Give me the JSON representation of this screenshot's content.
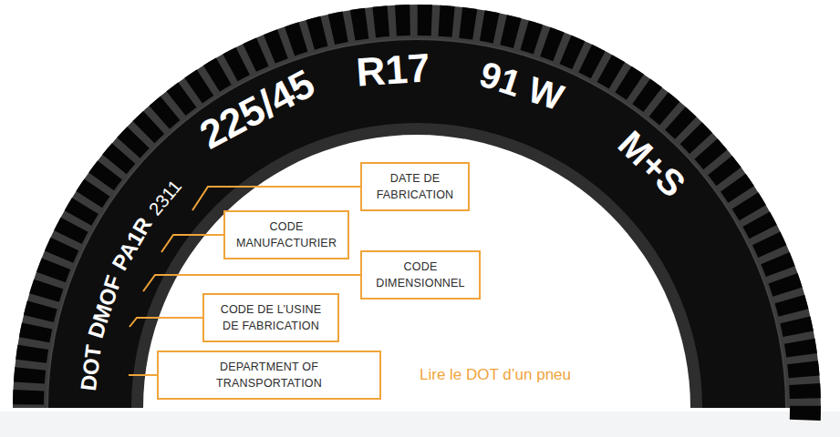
{
  "diagram": {
    "nodes": [
      {
        "text": [
          "DATE DE FABRICATION"
        ]
      },
      {
        "text": [
          "CODE MANUFACTURIER"
        ]
      },
      {
        "text": [
          "CODE DIMENSIONNEL"
        ]
      },
      {
        "text": [
          "CODE DE L’USINE DE FABRICATION"
        ]
      },
      {
        "text": [
          "DEPARTMENT OF TRANSPORTATION"
        ]
      }
    ],
    "labels": [
      "225/45",
      "R17",
      "91 W",
      "M+S",
      "DOT",
      "DMOF",
      "PA1R",
      "2311",
      "Lire le DOT d’un pneu"
    ]
  }
}
